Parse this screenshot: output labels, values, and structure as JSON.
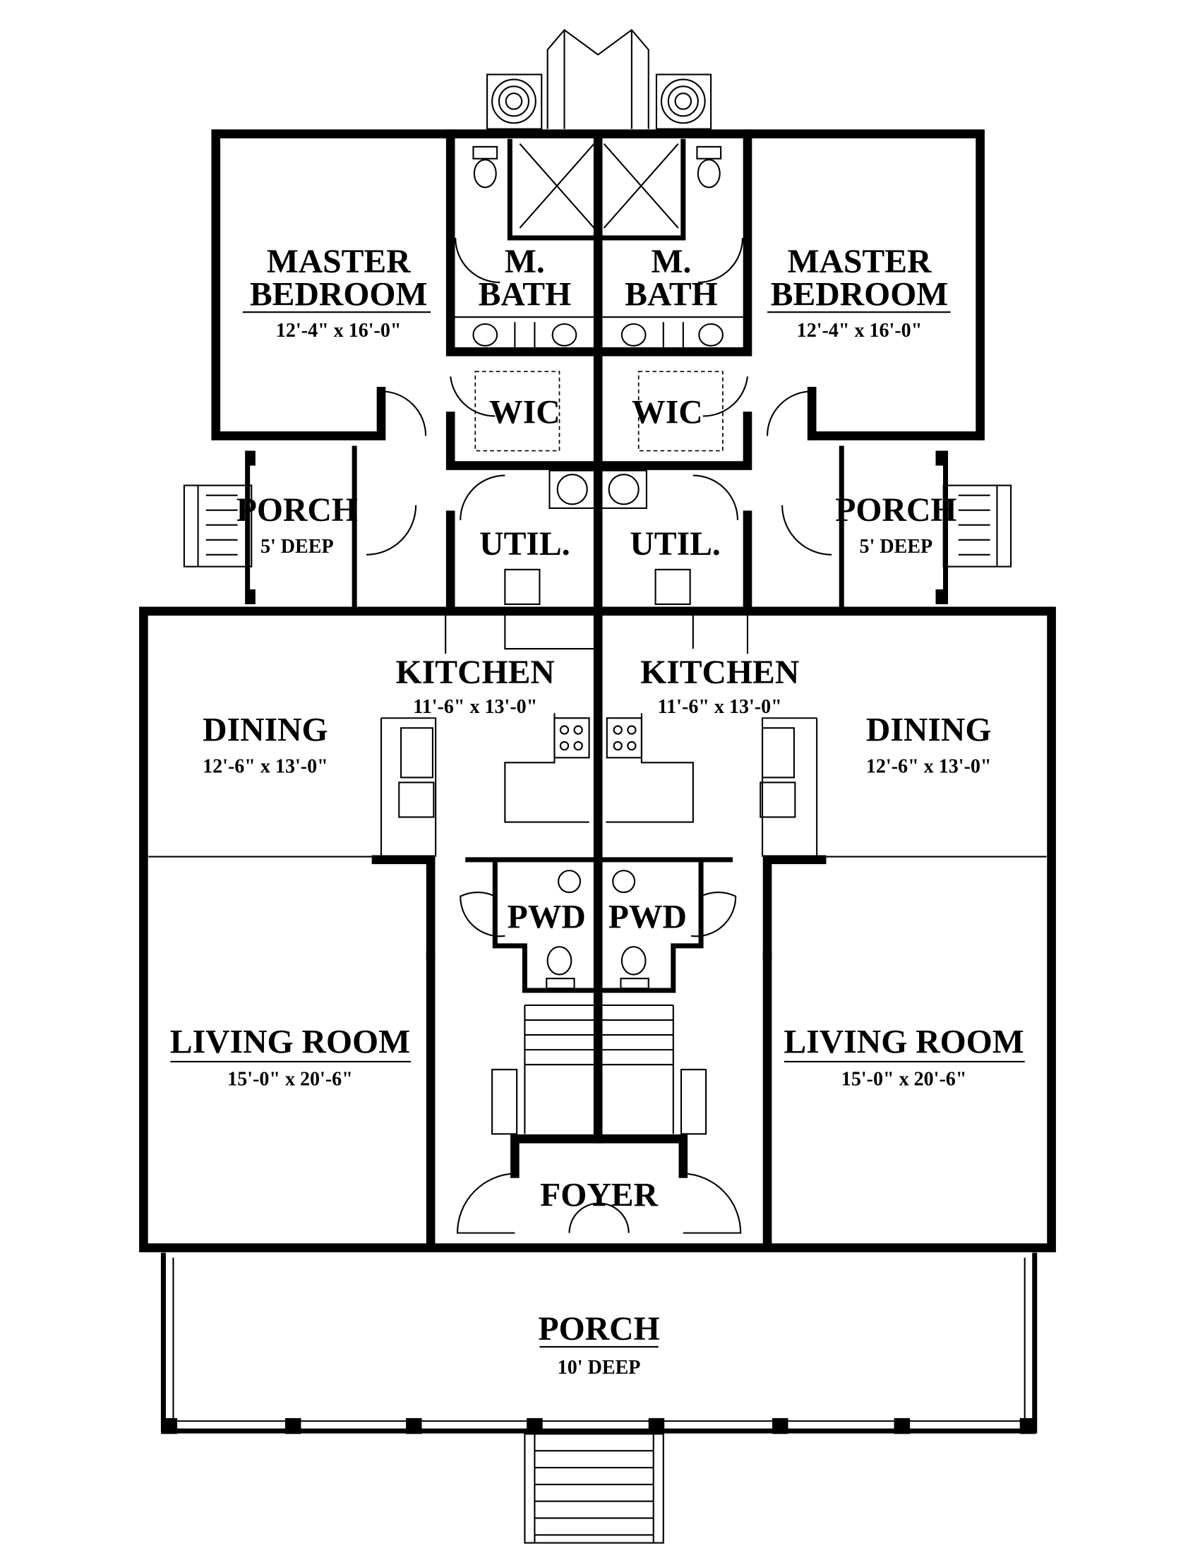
{
  "plan": {
    "rooms": {
      "master_bedroom_left": {
        "name_1": "MASTER",
        "name_2": "BEDROOM",
        "dims": "12'-4\" x 16'-0\""
      },
      "master_bedroom_right": {
        "name_1": "MASTER",
        "name_2": "BEDROOM",
        "dims": "12'-4\" x 16'-0\""
      },
      "m_bath_left": {
        "name_1": "M.",
        "name_2": "BATH"
      },
      "m_bath_right": {
        "name_1": "M.",
        "name_2": "BATH"
      },
      "wic_left": {
        "name": "WIC"
      },
      "wic_right": {
        "name": "WIC"
      },
      "porch_left": {
        "name": "PORCH",
        "dims": "5' DEEP"
      },
      "porch_right": {
        "name": "PORCH",
        "dims": "5' DEEP"
      },
      "util_left": {
        "name": "UTIL."
      },
      "util_right": {
        "name": "UTIL."
      },
      "kitchen_left": {
        "name": "KITCHEN",
        "dims": "11'-6\" x 13'-0\""
      },
      "kitchen_right": {
        "name": "KITCHEN",
        "dims": "11'-6\" x 13'-0\""
      },
      "dining_left": {
        "name": "DINING",
        "dims": "12'-6\" x 13'-0\""
      },
      "dining_right": {
        "name": "DINING",
        "dims": "12'-6\" x 13'-0\""
      },
      "pwd_left": {
        "name": "PWD"
      },
      "pwd_right": {
        "name": "PWD"
      },
      "living_left": {
        "name": "LIVING ROOM",
        "dims": "15'-0\" x 20'-6\""
      },
      "living_right": {
        "name": "LIVING ROOM",
        "dims": "15'-0\" x 20'-6\""
      },
      "foyer": {
        "name": "FOYER"
      },
      "front_porch": {
        "name": "PORCH",
        "dims": "10' DEEP"
      }
    }
  }
}
